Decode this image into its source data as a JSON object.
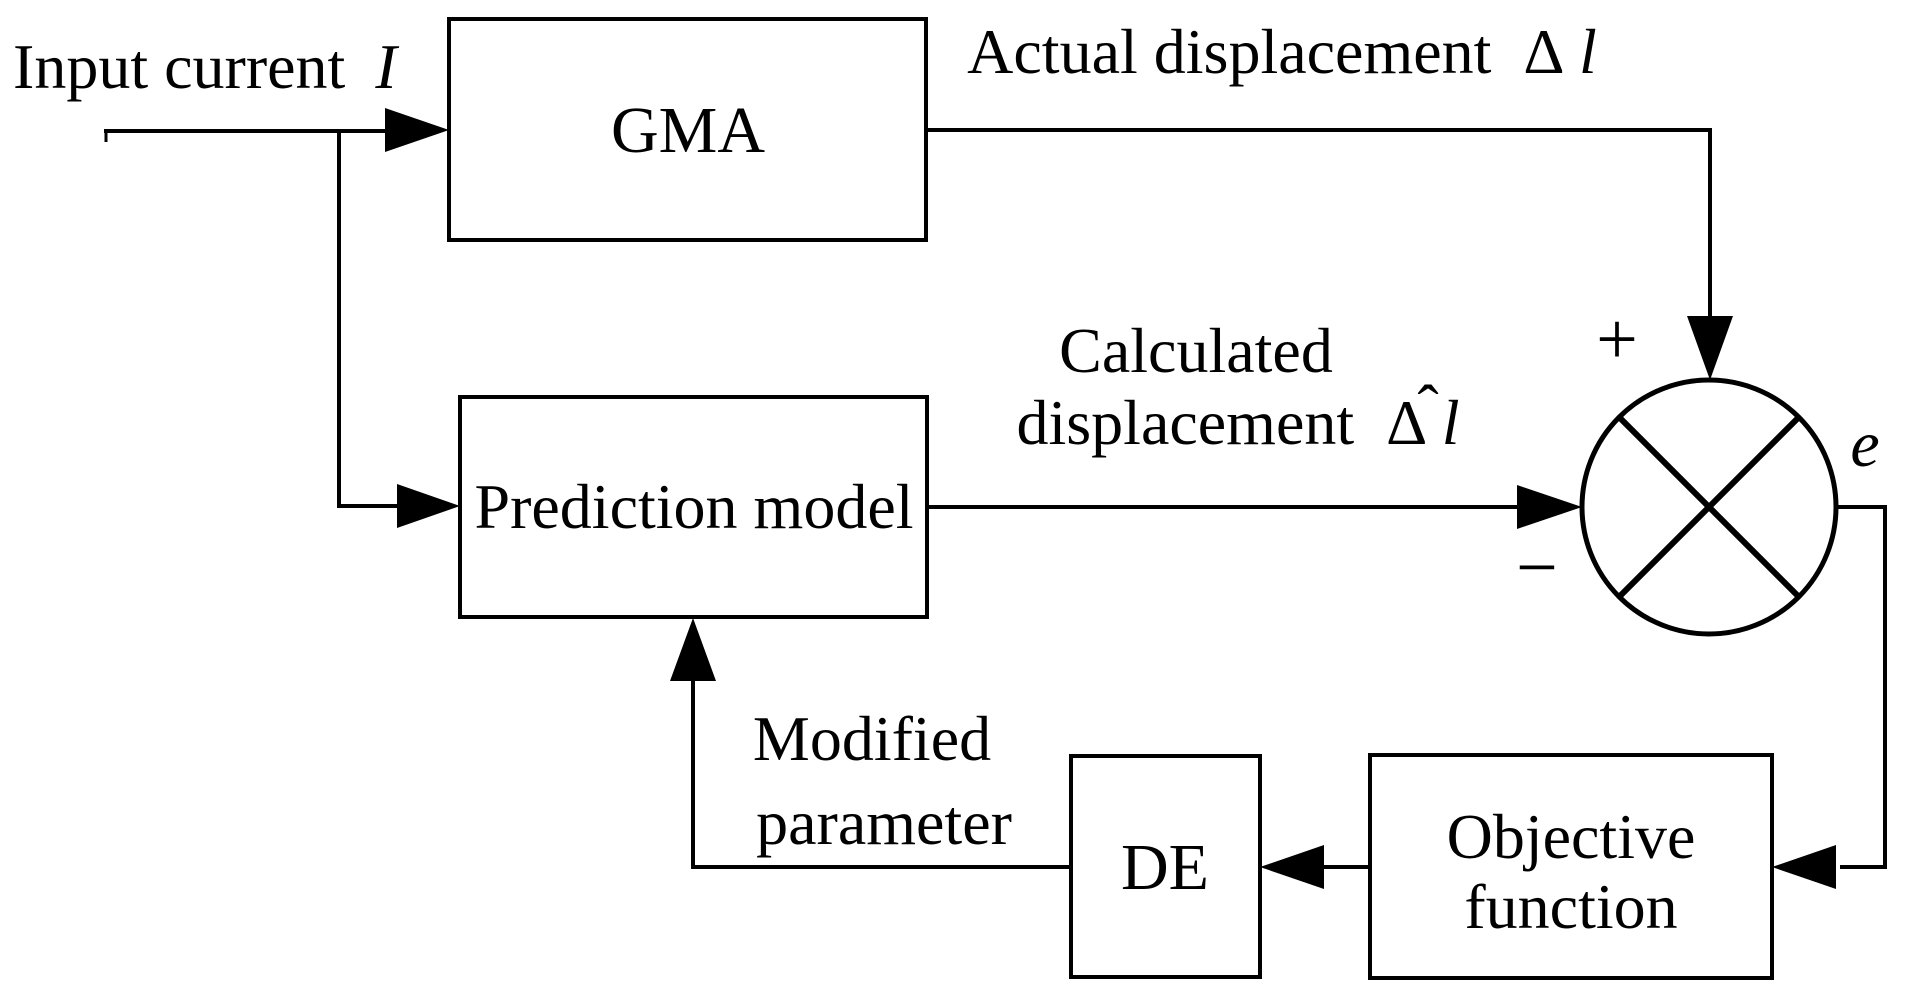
{
  "colors": {
    "ink": "#000000",
    "background": "#ffffff"
  },
  "blocks": {
    "gma": {
      "label": "GMA"
    },
    "prediction_model": {
      "label": "Prediction model"
    },
    "de": {
      "label": "DE"
    },
    "objective_function": {
      "line1": "Objective",
      "line2": "function"
    }
  },
  "labels": {
    "input_current": {
      "text": "Input current",
      "symbol": "I"
    },
    "actual_displacement": {
      "text": "Actual displacement",
      "delta": "Δ",
      "symbol": "l"
    },
    "calculated_displacement": {
      "line1": "Calculated",
      "line2": "displacement",
      "delta": "Δ",
      "symbol": "l",
      "hat": "ˆ"
    },
    "modified_parameter": {
      "line1": "Modified",
      "line2": "parameter"
    },
    "summing_junction": {
      "plus": "+",
      "minus": "−",
      "output_symbol": "e"
    }
  }
}
